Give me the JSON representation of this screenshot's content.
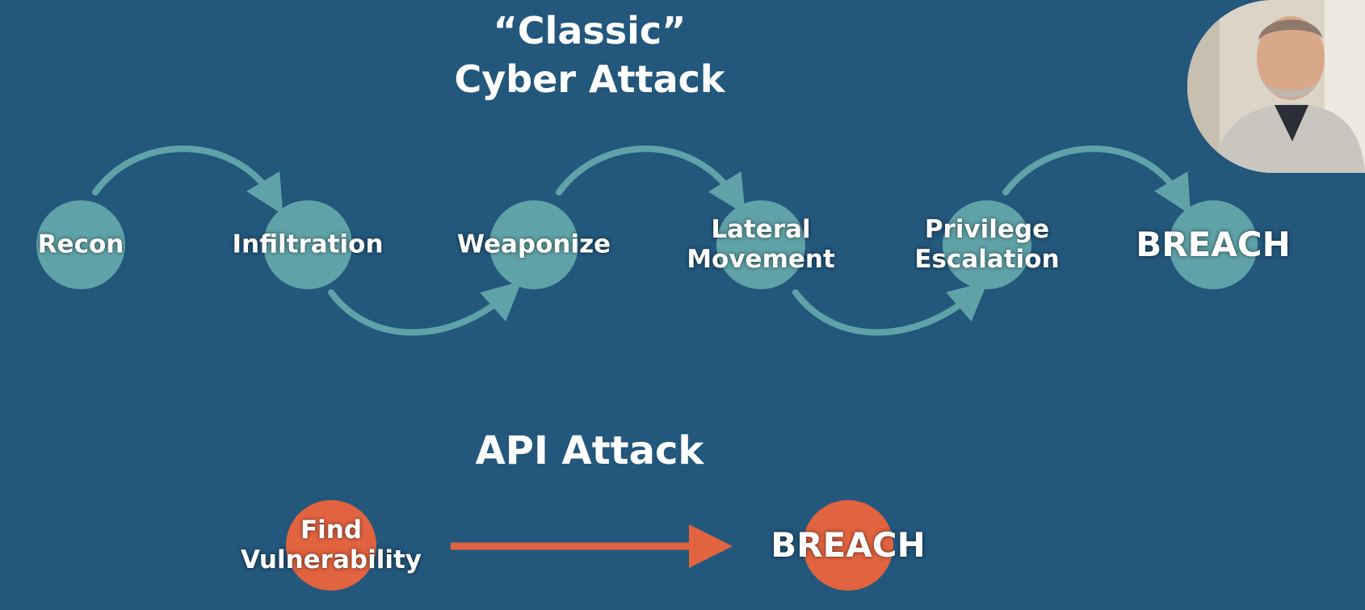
{
  "classic_title": "“Classic”\nCyber Attack",
  "api_title": "API Attack",
  "classic_steps": [
    "Recon",
    "Infiltration",
    "Weaponize",
    "Lateral\nMovement",
    "Privilege\nEscalation",
    "BREACH"
  ],
  "api_steps": [
    "Find\nVulnerability",
    "BREACH"
  ],
  "colors": {
    "background": "#23577c",
    "classic_node": "#5fa3a8",
    "classic_arrow": "#5fa3a8",
    "api_node": "#e2633f",
    "api_arrow": "#e2633f",
    "text": "#ffffff"
  },
  "webcam": "presenter webcam overlay"
}
